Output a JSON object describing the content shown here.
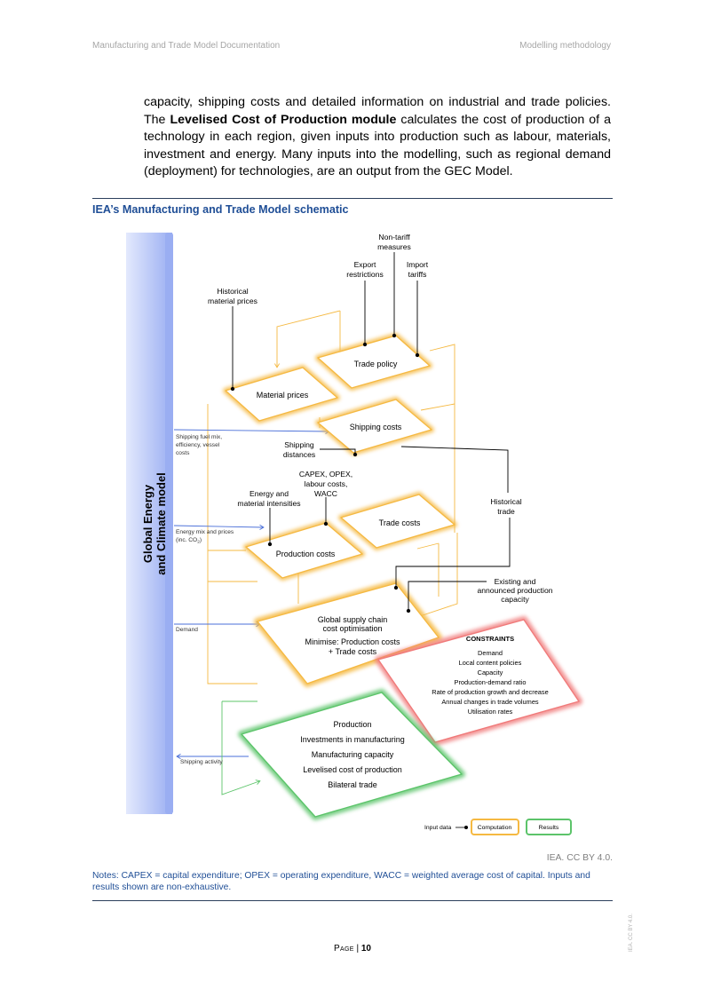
{
  "header": {
    "left": "Manufacturing and Trade Model Documentation",
    "right": "Modelling methodology"
  },
  "body": {
    "p1": "capacity, shipping costs and detailed information on industrial and trade policies. The ",
    "bold": "Levelised Cost of Production module",
    "p2": " calculates the cost of production of a technology in each region, given inputs into production such as labour, materials, investment and energy. Many inputs into the modelling, such as regional demand (deployment) for technologies, are an output from the GEC Model."
  },
  "figure": {
    "title": "IEA’s Manufacturing and Trade Model schematic",
    "side_label_1": "Global Energy",
    "side_label_2": "and Climate model",
    "inputs": {
      "non_tariff_1": "Non-tariff",
      "non_tariff_2": "measures",
      "export_1": "Export",
      "export_2": "restrictions",
      "import_1": "Import",
      "import_2": "tariffs",
      "hist_mat_1": "Historical",
      "hist_mat_2": "material prices",
      "shipping_dist_1": "Shipping",
      "shipping_dist_2": "distances",
      "capex_1": "CAPEX, OPEX,",
      "capex_2": "labour costs,",
      "capex_3": "WACC",
      "energy_int_1": "Energy and",
      "energy_int_2": "material intensities",
      "hist_trade_1": "Historical",
      "hist_trade_2": "trade",
      "existing_1": "Existing and",
      "existing_2": "announced production",
      "existing_3": "capacity"
    },
    "left_inputs": {
      "shipping_fuel_1": "Shipping fuel mix,",
      "shipping_fuel_2": "efficiency, vessel",
      "shipping_fuel_3": "costs",
      "energy_mix_1": "Energy mix and prices",
      "energy_mix_2": "(inc. CO",
      "energy_mix_sub": "2",
      "energy_mix_3": ")",
      "demand": "Demand",
      "shipping_activity": "Shipping activity"
    },
    "boxes": {
      "trade_policy": "Trade policy",
      "material_prices": "Material prices",
      "shipping_costs": "Shipping costs",
      "trade_costs": "Trade costs",
      "production_costs": "Production costs",
      "gsc_1": "Global supply chain",
      "gsc_2": "cost optimisation",
      "gsc_3": "Minimise: Production costs",
      "gsc_4": "+ Trade costs"
    },
    "constraints": {
      "title": "CONSTRAINTS",
      "items": [
        "Demand",
        "Local content policies",
        "Capacity",
        "Production-demand ratio",
        "Rate of production growth and decrease",
        "Annual changes in trade volumes",
        "Utilisation rates"
      ]
    },
    "results": {
      "items": [
        "Production",
        "Investments in manufacturing",
        "Manufacturing capacity",
        "Levelised cost of production",
        "Bilateral trade"
      ]
    },
    "legend": {
      "input": "Input data",
      "computation": "Computation",
      "results": "Results"
    },
    "colors": {
      "computation": "#f5b942",
      "results": "#5cc46a",
      "constraints": "#f07a7a",
      "side_bar": "#9aaef2",
      "title": "#1f4e96"
    }
  },
  "credit": "IEA. CC BY 4.0.",
  "notes": "Notes: CAPEX = capital expenditure; OPEX = operating expenditure, WACC = weighted average cost of capital. Inputs and results shown are non-exhaustive.",
  "footer": {
    "page_label": "Page",
    "page_number": "10"
  },
  "side_tag": "IEA. CC BY 4.0."
}
